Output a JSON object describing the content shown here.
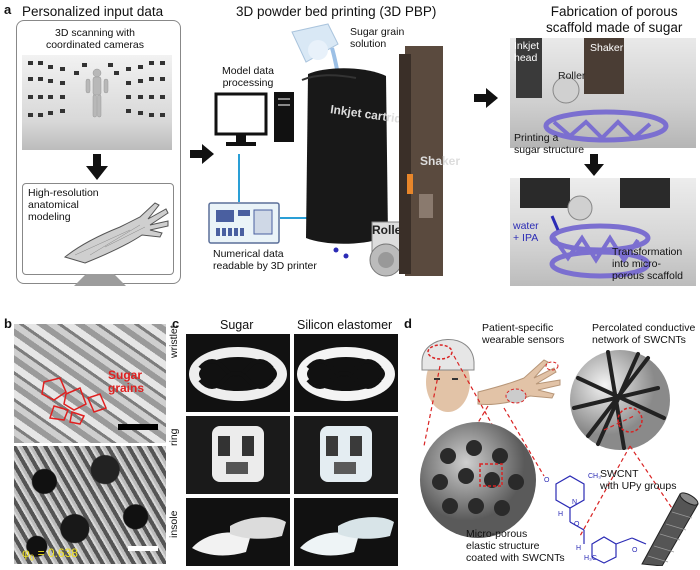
{
  "panels": {
    "a": "a",
    "b": "b",
    "c": "c",
    "d": "d"
  },
  "panel_a": {
    "personalized_title": "Personalized input data",
    "scan_label": "3D scanning with\ncoordinated cameras",
    "modeling_label": "High-resolution\nanatomical\nmodeling",
    "printing_title": "3D powder bed printing (3D PBP)",
    "model_data": "Model data\nprocessing",
    "sugar_solution": "Sugar grain\nsolution",
    "numerical_data": "Numerical data\nreadable by 3D printer",
    "inkjet_cartridge": "Inkjet cartridge",
    "roller": "Roller",
    "shaker": "Shaker",
    "fabrication_title": "Fabrication of porous\nscaffold made of sugar",
    "inkjet_head": "Inkjet\nhead",
    "roller_small": "Roller",
    "shaker_small": "Shaker",
    "printing_sugar": "Printing a\nsugar structure",
    "water_ipa": "water\n+ IPA",
    "transformation": "Transformation\ninto micro-\nporous scaffold"
  },
  "panel_b": {
    "sugar_grains": "Sugar\ngrains",
    "phi_label": "φ",
    "phi_sub": "0",
    "phi_value": " = 0.638"
  },
  "panel_c": {
    "col_sugar": "Sugar",
    "col_silicon": "Silicon elastomer",
    "row_wristlet": "wristlet",
    "row_ring": "ring",
    "row_insole": "insole"
  },
  "panel_d": {
    "patient_sensors": "Patient-specific\nwearable sensors",
    "percolated": "Percolated conductive\nnetwork of SWCNTs",
    "swcnt_upy": "SWCNT\nwith UPy groups",
    "microporous": "Micro-porous\nelastic structure\ncoated with SWCNTs"
  },
  "colors": {
    "accent_blue": "#2a9fd6",
    "red_dash": "#d92323",
    "molecule_blue": "#2b2bb5",
    "scaffold_purple": "#7b6fd0",
    "phi_yellow": "#f0e020"
  }
}
